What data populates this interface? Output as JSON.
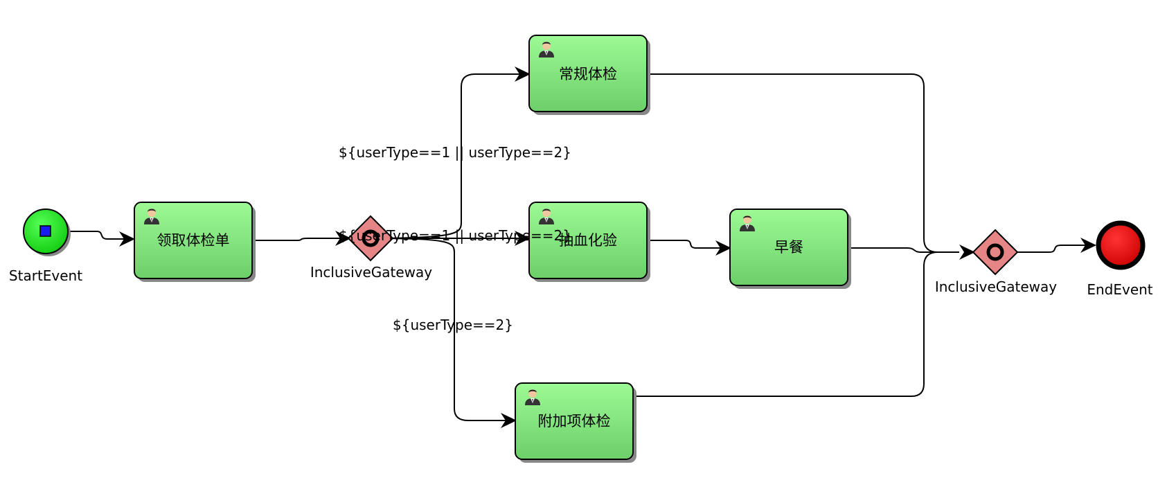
{
  "diagram": {
    "start_event": {
      "label": "StartEvent",
      "fill": "#22dd22",
      "marker_fill": "#1a1aee"
    },
    "end_event": {
      "label": "EndEvent",
      "fill": "#ee1111"
    },
    "gateway_split": {
      "label": "InclusiveGateway"
    },
    "gateway_join": {
      "label": "InclusiveGateway"
    },
    "gateway_color": "#e58585",
    "task_color_top": "#9dfa95",
    "task_color_bottom": "#6ccf6a",
    "tasks": {
      "t1": "领取体检单",
      "t2": "常规体检",
      "t3": "抽血化验",
      "t4": "早餐",
      "t5": "附加项体检"
    },
    "conditions": {
      "c_top": "${userType==1 || userType==2}",
      "c_mid": "${userType==1 || userType==2}",
      "c_bottom": "${userType==2}"
    }
  }
}
